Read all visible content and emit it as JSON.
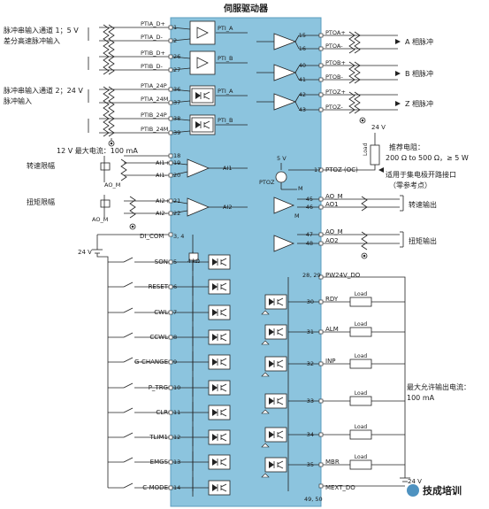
{
  "title": "伺服驱动器",
  "colors": {
    "panel": "#8cc4de",
    "wire": "#222222",
    "accent": "#2f7fb5"
  },
  "left_notes": {
    "pulse_ch1_line1": "脉冲串输入通道 1；5 V",
    "pulse_ch1_line2": "差分高速脉冲输入",
    "pulse_ch2_line1": "脉冲串输入通道 2；24 V",
    "pulse_ch2_line2": "脉冲输入",
    "supply_12v": "12 V 最大电流：100 mA",
    "speed_limit": "转速限幅",
    "torque_limit": "扭矩限幅",
    "ao_m1": "AO_M",
    "ao_m2": "AO_M",
    "v24_left": "24 V"
  },
  "pulse_inputs": [
    {
      "signal": "PTIA_D+",
      "pin": "1",
      "group": "PTI_A"
    },
    {
      "signal": "PTIA_D-",
      "pin": "2",
      "group": ""
    },
    {
      "signal": "PTIB_D+",
      "pin": "26",
      "group": "PTI_B"
    },
    {
      "signal": "PTIB_D-",
      "pin": "27",
      "group": ""
    },
    {
      "signal": "PTIA_24P",
      "pin": "36",
      "group": "PTI_A"
    },
    {
      "signal": "PTIA_24M",
      "pin": "37",
      "group": ""
    },
    {
      "signal": "PTIB_24P",
      "pin": "38",
      "group": "PTI_B"
    },
    {
      "signal": "PTIB_24M",
      "pin": "39",
      "group": ""
    }
  ],
  "analog_inputs": [
    {
      "signal": "",
      "pin": "18"
    },
    {
      "signal": "AI1+",
      "pin": "19"
    },
    {
      "signal": "AI1-",
      "pin": "20"
    },
    {
      "signal": "AI2+",
      "pin": "21"
    },
    {
      "signal": "AI2-",
      "pin": "22"
    }
  ],
  "ai_labels": [
    "AI1",
    "AI2"
  ],
  "di_com": {
    "signal": "DI_COM",
    "pin": "3, 4"
  },
  "digital_inputs": [
    {
      "signal": "SON",
      "pin": "5"
    },
    {
      "signal": "RESET",
      "pin": "6"
    },
    {
      "signal": "CWL",
      "pin": "7"
    },
    {
      "signal": "CCWL",
      "pin": "8"
    },
    {
      "signal": "G-CHANGE",
      "pin": "9"
    },
    {
      "signal": "P_TRG",
      "pin": "10"
    },
    {
      "signal": "CLR",
      "pin": "11"
    },
    {
      "signal": "TLIM1",
      "pin": "12"
    },
    {
      "signal": "EMGS",
      "pin": "13"
    },
    {
      "signal": "C-MODE",
      "pin": "14"
    }
  ],
  "resistor_4k": "4 kΩ",
  "pulse_outputs": [
    {
      "pin": "15",
      "signal": "PTOA+"
    },
    {
      "pin": "16",
      "signal": "PTOA-"
    },
    {
      "pin": "40",
      "signal": "PTOB+"
    },
    {
      "pin": "41",
      "signal": "PTOB-"
    },
    {
      "pin": "42",
      "signal": "PTOZ+"
    },
    {
      "pin": "43",
      "signal": "PTOZ-"
    }
  ],
  "phase_labels": [
    "A 相脉冲",
    "B 相脉冲",
    "Z 相脉冲"
  ],
  "right_notes": {
    "v24": "24 V",
    "load": "Load",
    "recommend_line1": "推荐电阻：",
    "recommend_line2": "200 Ω to 500 Ω，≥ 5 W",
    "oc_line1": "适用于集电极开路接口",
    "oc_line2": "（零参考点）",
    "speed_out": "转速输出",
    "torque_out": "扭矩输出",
    "v5": "5 V",
    "ptoz": "PTOZ",
    "m": "M",
    "max_current_line1": "最大允许输出电流：",
    "max_current_line2": "100 mA",
    "v24_bottom": "24 V"
  },
  "ptoz_oc": {
    "pin": "17",
    "signal": "PTOZ (OC)"
  },
  "analog_outputs": [
    {
      "pin": "45",
      "signal": "AO_M"
    },
    {
      "pin": "46",
      "signal": "AO1"
    },
    {
      "pin": "47",
      "signal": "AO_M"
    },
    {
      "pin": "48",
      "signal": "AO2"
    }
  ],
  "pw24v": {
    "pin": "28, 29",
    "signal": "PW24V_DO"
  },
  "digital_outputs": [
    {
      "pin": "30",
      "signal": "RDY"
    },
    {
      "pin": "31",
      "signal": "ALM"
    },
    {
      "pin": "32",
      "signal": "INP"
    },
    {
      "pin": "33",
      "signal": ""
    },
    {
      "pin": "34",
      "signal": ""
    },
    {
      "pin": "35",
      "signal": "MBR"
    }
  ],
  "mext": {
    "pin": "",
    "signal": "MEXT_DO"
  },
  "gnd_pins": "49, 50",
  "watermark": "技成培训"
}
